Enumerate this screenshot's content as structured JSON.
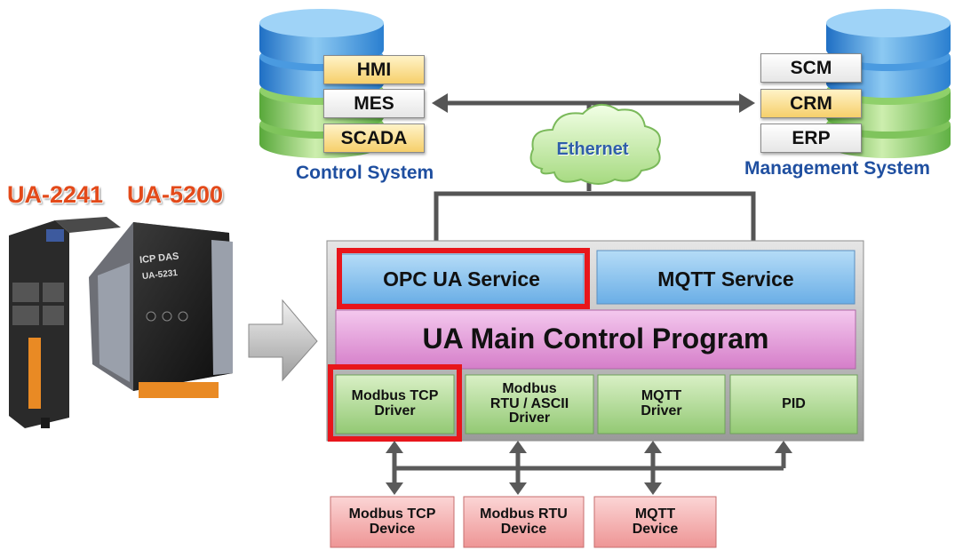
{
  "control_system": {
    "tags": [
      "HMI",
      "MES",
      "SCADA"
    ],
    "caption": "Control System"
  },
  "management_system": {
    "tags": [
      "SCM",
      "CRM",
      "ERP"
    ],
    "caption": "Management System"
  },
  "network": {
    "label": "Ethernet"
  },
  "products": {
    "model_a": "UA-2241",
    "model_b": "UA-5200",
    "device_print": "UA-5231",
    "brand": "ICP DAS"
  },
  "architecture": {
    "services": {
      "opc": "OPC UA Service",
      "mqtt": "MQTT Service"
    },
    "main_program": "UA Main Control Program",
    "drivers": {
      "modbus_tcp": "Modbus TCP\nDriver",
      "modbus_rtu": "Modbus\nRTU / ASCII\nDriver",
      "mqtt": "MQTT\nDriver",
      "pid": "PID"
    }
  },
  "devices": {
    "modbus_tcp": "Modbus TCP\nDevice",
    "modbus_rtu": "Modbus RTU\nDevice",
    "mqtt": "MQTT\nDevice"
  },
  "colors": {
    "caption_blue": "#1f4fa0",
    "model_orange": "#e34a1a",
    "highlight_red": "#e8161b",
    "service_blue": "#7fbcea",
    "main_pink": "#dd8fd1",
    "driver_green": "#a7d68a",
    "device_pink": "#f3a6a6"
  }
}
